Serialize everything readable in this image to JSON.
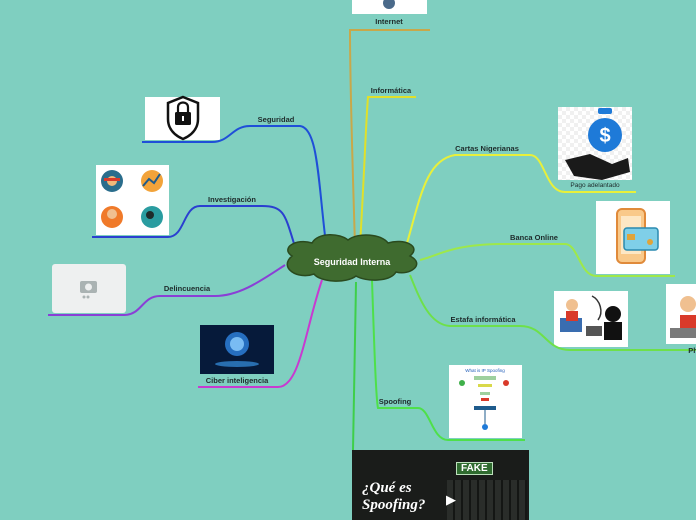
{
  "central_topic": "Seguridad Interna",
  "branches": {
    "internet": "Internet",
    "informatica": "Informática",
    "cartas": "Cartas Nigerianas",
    "cartas_caption": "Pago adelantado",
    "banca": "Banca Online",
    "estafa": "Estafa informática",
    "phishing_partial": "Ph",
    "spoofing": "Spoofing",
    "seguridad": "Seguridad",
    "investigacion": "Investigación",
    "delincuencia": "Delincuencia",
    "ciber": "Ciber inteligencia"
  },
  "images": {
    "ip_spoofing_title": "What is IP Spoofing",
    "video_title_1": "¿Qué es",
    "video_title_2": "Spoofing?",
    "video_badge": "FAKE"
  },
  "colors": {
    "background": "#7fcfc0",
    "central_fill": "#3f6b2f",
    "internet": "#c8a84a",
    "informatica": "#e0e02a",
    "cartas": "#e8f03a",
    "banca": "#9ee84a",
    "estafa": "#6ee04a",
    "spoofing": "#4ee04a",
    "seguridad": "#1f4fd8",
    "investigacion": "#2a3fd0",
    "delincuencia": "#8a3fd6",
    "ciber": "#c83ad0"
  }
}
